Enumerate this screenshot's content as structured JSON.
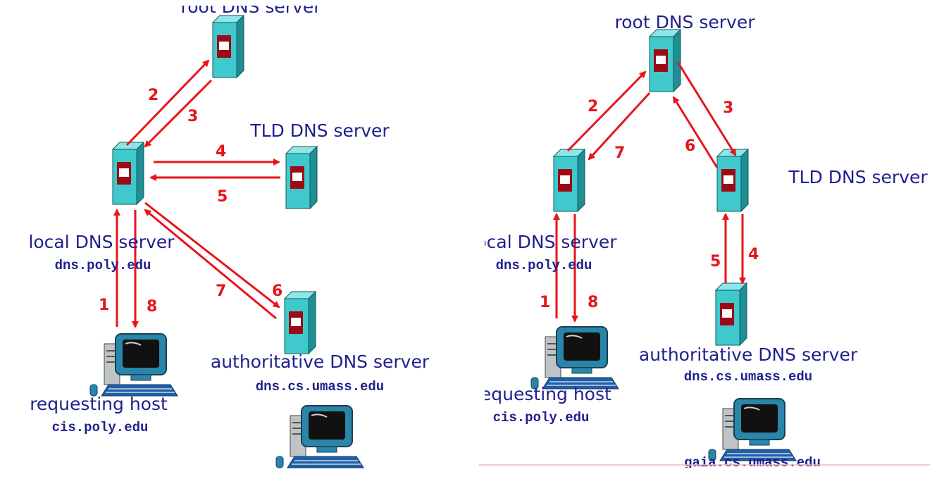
{
  "left": {
    "root_label": "root DNS server",
    "tld_label": "TLD DNS server",
    "local_label": "local DNS server",
    "local_host": "dns.poly.edu",
    "auth_label": "authoritative DNS server",
    "auth_host": "dns.cs.umass.edu",
    "req_label": "requesting host",
    "req_host": "cis.poly.edu",
    "steps": [
      "1",
      "2",
      "3",
      "4",
      "5",
      "6",
      "7",
      "8"
    ]
  },
  "right": {
    "root_label": "root DNS server",
    "tld_label": "TLD DNS server",
    "local_label": "local DNS server",
    "local_host": "dns.poly.edu",
    "auth_label": "authoritative DNS server",
    "auth_host": "dns.cs.umass.edu",
    "req_label": "requesting host",
    "req_host": "cis.poly.edu",
    "target_host": "gaia.cs.umass.edu",
    "steps": [
      "1",
      "2",
      "3",
      "4",
      "5",
      "6",
      "7",
      "8"
    ]
  },
  "colors": {
    "arrow": "#e8141b",
    "text": "#1f1f8f",
    "server_face": "#3fc9cc",
    "server_side": "#1f8f95",
    "server_slot": "#9b0a16"
  }
}
